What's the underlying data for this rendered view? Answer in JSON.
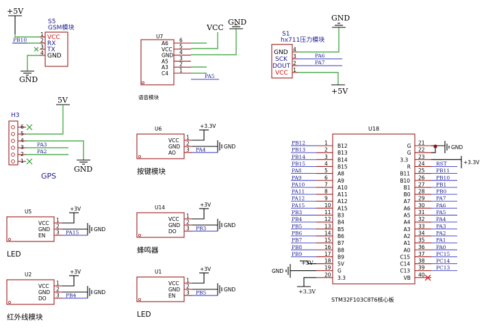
{
  "s5": {
    "ref": "S5",
    "name": "GSM模块",
    "pins": [
      {
        "num": "1",
        "name": "VCC"
      },
      {
        "num": "2",
        "name": "RX"
      },
      {
        "num": "3",
        "name": "TX"
      },
      {
        "num": "4",
        "name": "GND"
      }
    ],
    "net_pb10": "PB10",
    "power": "+5V",
    "ground": "GND"
  },
  "u7": {
    "ref": "U7",
    "name": "语音模块",
    "pins": [
      {
        "num": "6",
        "name": "A6"
      },
      {
        "num": "5",
        "name": "VCC"
      },
      {
        "num": "4",
        "name": "GND"
      },
      {
        "num": "3",
        "name": "A5"
      },
      {
        "num": "2",
        "name": "A3"
      },
      {
        "num": "1",
        "name": "C4"
      }
    ],
    "net": "PA5",
    "vcc": "VCC",
    "ground": "GND"
  },
  "s1": {
    "ref": "S1",
    "name": "hx711压力模块",
    "pins": [
      {
        "num": "4",
        "name": "GND"
      },
      {
        "num": "3",
        "name": "SCK"
      },
      {
        "num": "2",
        "name": "DOUT"
      },
      {
        "num": "1",
        "name": "VCC"
      }
    ],
    "nets": [
      "PA6",
      "PA7"
    ],
    "ground": "GND",
    "power": "+5V"
  },
  "h3": {
    "ref": "H3",
    "name": "GPS",
    "pins": [
      "6",
      "5",
      "4",
      "3",
      "2",
      "1"
    ],
    "nets": [
      "PA3",
      "PA2"
    ],
    "power": "5V",
    "ground": "GND"
  },
  "u6": {
    "ref": "U6",
    "name": "按键模块",
    "pins": [
      {
        "num": "1",
        "name": "VCC"
      },
      {
        "num": "2",
        "name": "GND"
      },
      {
        "num": "3",
        "name": "AO"
      }
    ],
    "net": "PA4",
    "power": "+3.3V",
    "ground": "GND"
  },
  "u5": {
    "ref": "U5",
    "name": "LED",
    "pins": [
      {
        "num": "1",
        "name": "VCC"
      },
      {
        "num": "2",
        "name": "GND"
      },
      {
        "num": "3",
        "name": "EN"
      }
    ],
    "net": "PA15",
    "power": "+3V",
    "ground": "GND"
  },
  "u14": {
    "ref": "U14",
    "name": "蜂鸣器",
    "pins": [
      {
        "num": "1",
        "name": "VCC"
      },
      {
        "num": "2",
        "name": "GND"
      },
      {
        "num": "3",
        "name": "DO"
      }
    ],
    "net": "PB3",
    "power": "+3V",
    "ground": "GND"
  },
  "u2": {
    "ref": "U2",
    "name": "红外线模块",
    "pins": [
      {
        "num": "1",
        "name": "VCC"
      },
      {
        "num": "2",
        "name": "GND"
      },
      {
        "num": "3",
        "name": "DO"
      }
    ],
    "net": "PB4",
    "power": "+3V",
    "ground": "GND"
  },
  "u1": {
    "ref": "U1",
    "name": "LED",
    "pins": [
      {
        "num": "1",
        "name": "VCC"
      },
      {
        "num": "2",
        "name": "GND"
      },
      {
        "num": "3",
        "name": "EN"
      }
    ],
    "net": "PB5",
    "power": "+3V",
    "ground": "GND"
  },
  "u18": {
    "ref": "U18",
    "name": "STM32F103C8T6核心板",
    "left_pins": [
      {
        "net": "PB12",
        "num": "1",
        "name": "B12"
      },
      {
        "net": "PB13",
        "num": "2",
        "name": "B13"
      },
      {
        "net": "PB14",
        "num": "3",
        "name": "B14"
      },
      {
        "net": "PB15",
        "num": "4",
        "name": "B15"
      },
      {
        "net": "PA8",
        "num": "5",
        "name": "A8"
      },
      {
        "net": "PA9",
        "num": "6",
        "name": "A9"
      },
      {
        "net": "PA10",
        "num": "7",
        "name": "A10"
      },
      {
        "net": "PA11",
        "num": "8",
        "name": "A11"
      },
      {
        "net": "PA12",
        "num": "9",
        "name": "A12"
      },
      {
        "net": "PA15",
        "num": "10",
        "name": "A15"
      },
      {
        "net": "PB3",
        "num": "11",
        "name": "B3"
      },
      {
        "net": "PB4",
        "num": "12",
        "name": "B4"
      },
      {
        "net": "PB5",
        "num": "13",
        "name": "B5"
      },
      {
        "net": "PB6",
        "num": "14",
        "name": "B6"
      },
      {
        "net": "PB7",
        "num": "15",
        "name": "B7"
      },
      {
        "net": "PB8",
        "num": "16",
        "name": "B8"
      },
      {
        "net": "PB9",
        "num": "17",
        "name": "B9"
      },
      {
        "net": "",
        "num": "18",
        "name": "5V"
      },
      {
        "net": "",
        "num": "19",
        "name": "G"
      },
      {
        "net": "",
        "num": "20",
        "name": "3.3"
      }
    ],
    "right_pins": [
      {
        "net": "",
        "num": "21",
        "name": "G"
      },
      {
        "net": "",
        "num": "22",
        "name": "G"
      },
      {
        "net": "",
        "num": "23",
        "name": "3.3"
      },
      {
        "net": "RST",
        "num": "24",
        "name": "R"
      },
      {
        "net": "PB11",
        "num": "25",
        "name": "B11"
      },
      {
        "net": "PB10",
        "num": "26",
        "name": "B10"
      },
      {
        "net": "PB1",
        "num": "27",
        "name": "B1"
      },
      {
        "net": "PB0",
        "num": "28",
        "name": "B0"
      },
      {
        "net": "PA7",
        "num": "29",
        "name": "A7"
      },
      {
        "net": "PA6",
        "num": "30",
        "name": "A6"
      },
      {
        "net": "PA5",
        "num": "31",
        "name": "A5"
      },
      {
        "net": "PA4",
        "num": "32",
        "name": "A4"
      },
      {
        "net": "PA3",
        "num": "33",
        "name": "A3"
      },
      {
        "net": "PA2",
        "num": "34",
        "name": "A2"
      },
      {
        "net": "PA1",
        "num": "35",
        "name": "A1"
      },
      {
        "net": "PA0",
        "num": "36",
        "name": "A0"
      },
      {
        "net": "PC15",
        "num": "37",
        "name": "C15"
      },
      {
        "net": "PC14",
        "num": "38",
        "name": "C14"
      },
      {
        "net": "PC13",
        "num": "39",
        "name": "C13"
      },
      {
        "net": "",
        "num": "40",
        "name": "VB"
      }
    ],
    "power_5v": "+5V",
    "power_33": "+3.3V",
    "ground": "GND"
  },
  "colors": {
    "wire": "#2e9e2e",
    "component": "#9b1a1a",
    "net_label": "#1a1a8c",
    "no_connect": "#e02020"
  }
}
